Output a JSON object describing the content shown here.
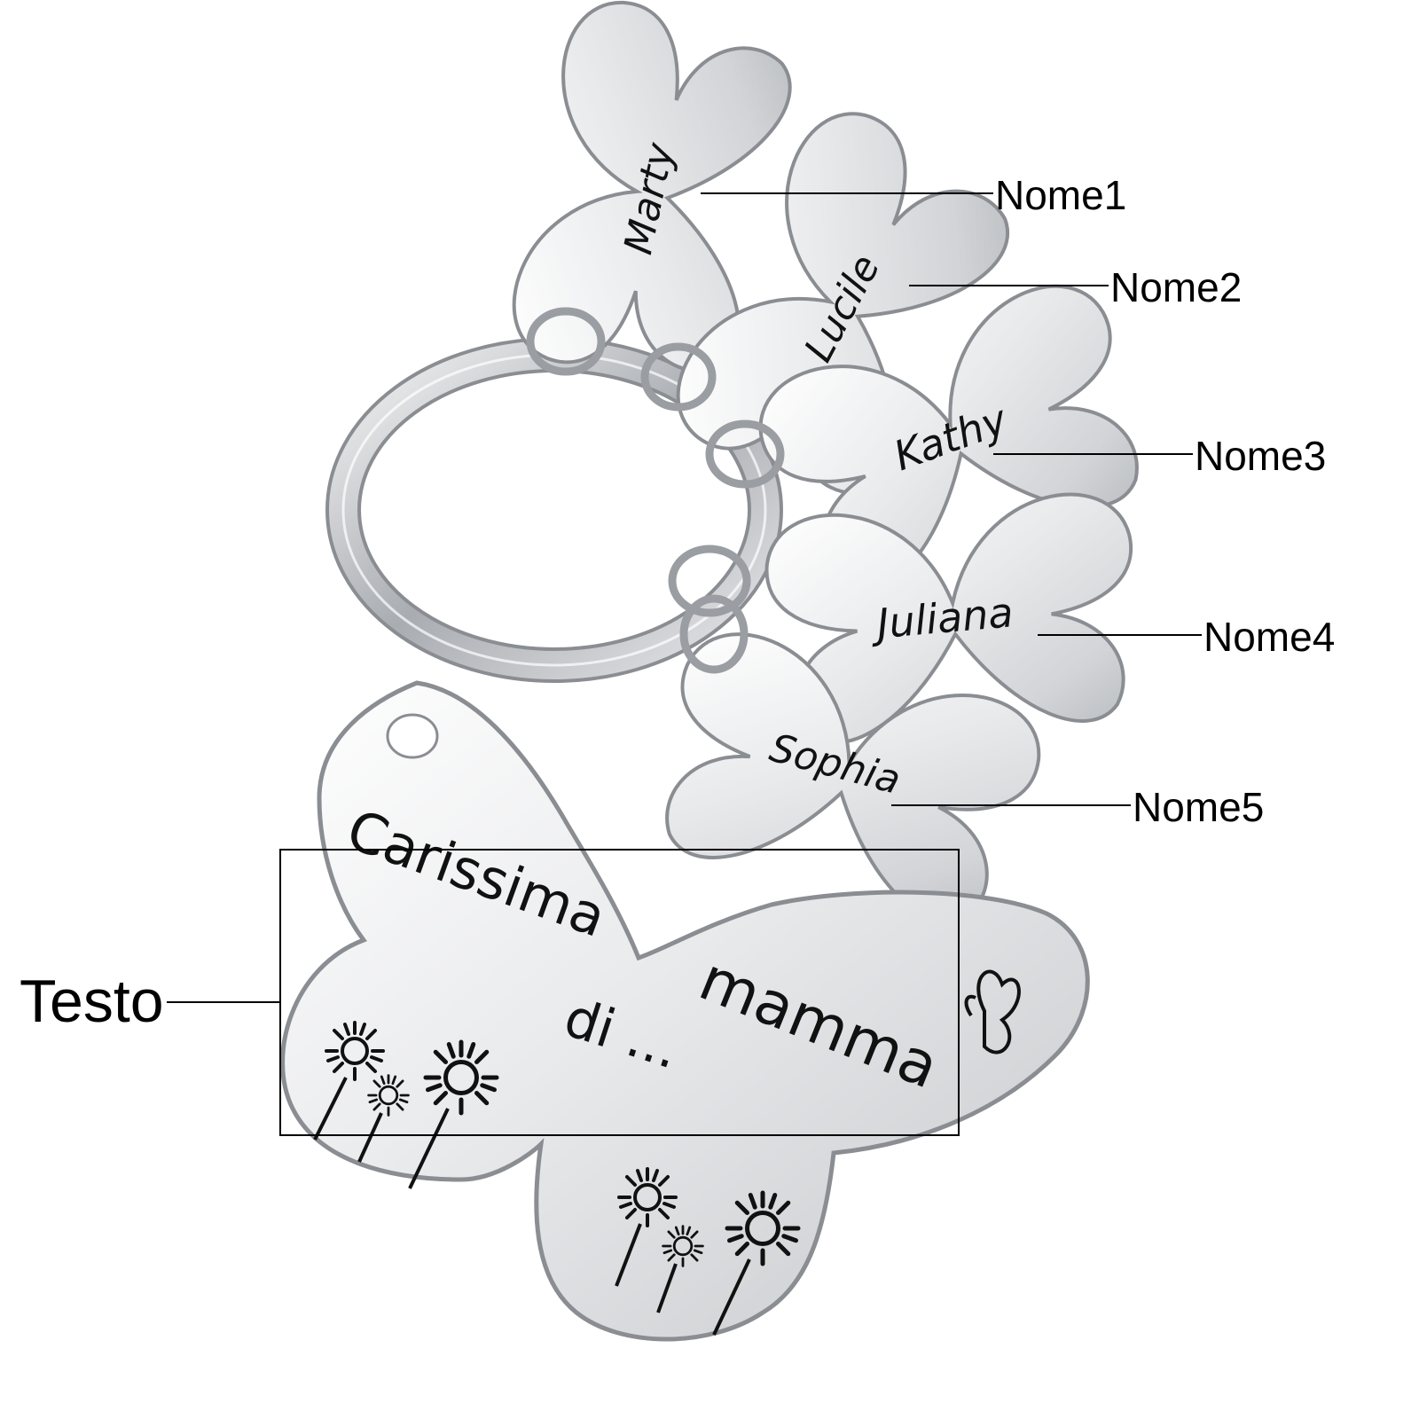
{
  "pendants": [
    {
      "name": "Marty"
    },
    {
      "name": "Lucile"
    },
    {
      "name": "Kathy"
    },
    {
      "name": "Juliana"
    },
    {
      "name": "Sophia"
    }
  ],
  "main_tag": {
    "line1": "Carissima",
    "line2": "mamma",
    "line3": "di ..."
  },
  "callouts": {
    "nome1": "Nome1",
    "nome2": "Nome2",
    "nome3": "Nome3",
    "nome4": "Nome4",
    "nome5": "Nome5",
    "testo": "Testo"
  },
  "colors": {
    "metal": "#e6e7e9",
    "metal_edge": "#8a8d92",
    "engraving": "#111111",
    "leader_line": "#000000",
    "background": "#ffffff"
  }
}
